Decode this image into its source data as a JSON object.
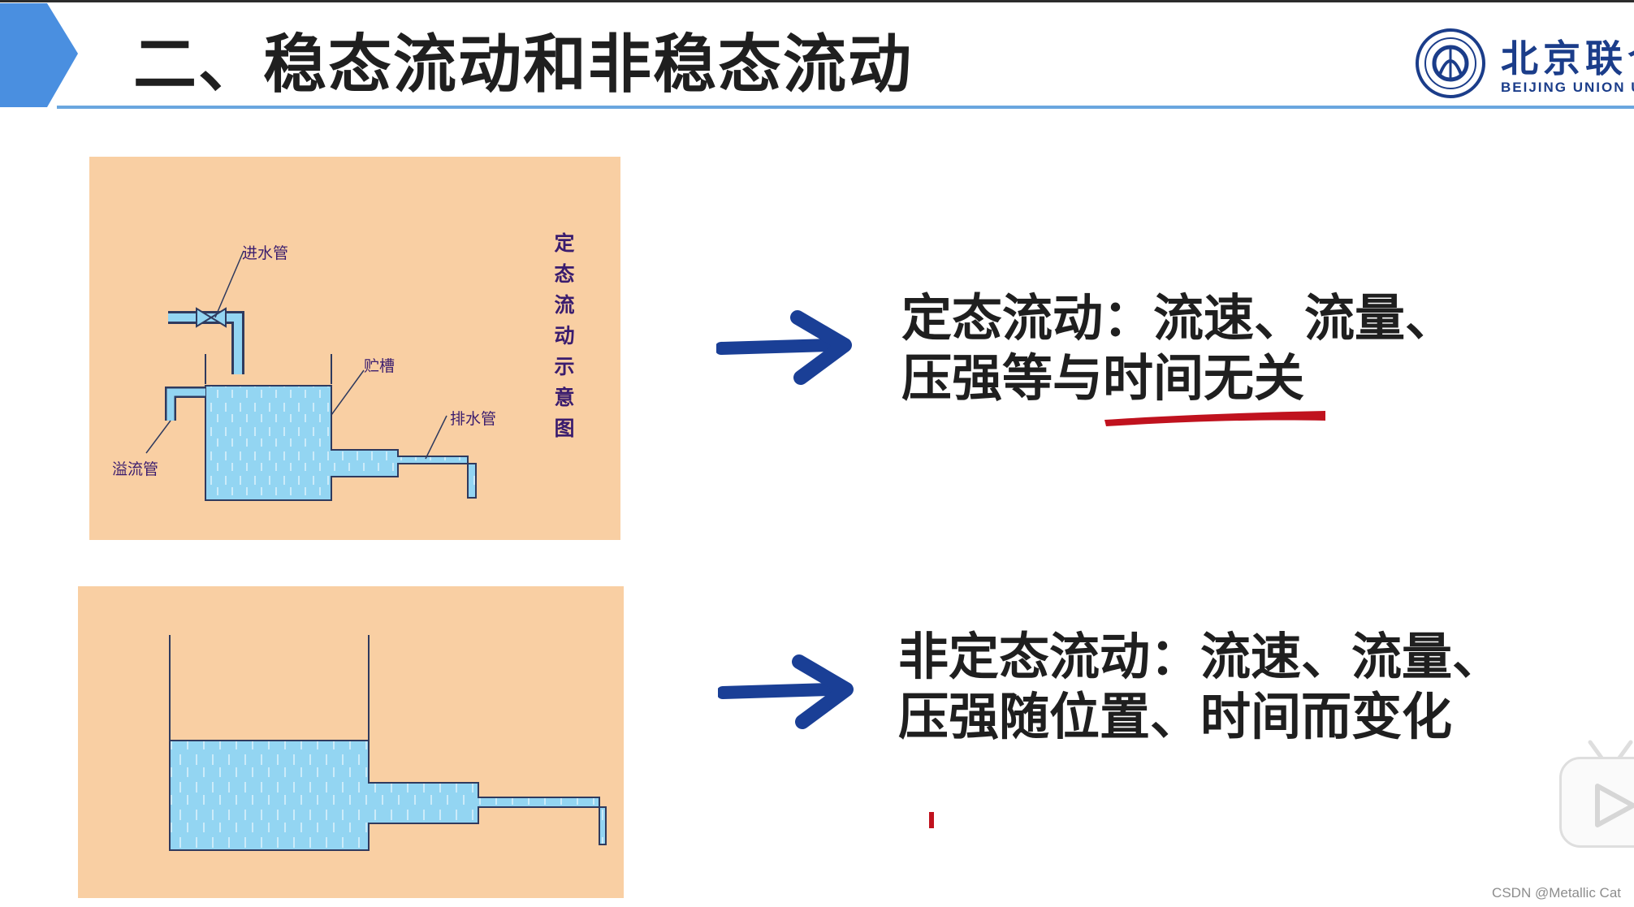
{
  "header": {
    "title": "二、稳态流动和非稳态流动",
    "logo_cn": "北京联合",
    "logo_en": "BEIJING UNION UN"
  },
  "diagram_steady": {
    "labels": {
      "inlet": "进水管",
      "tank": "贮槽",
      "outlet": "排水管",
      "overflow": "溢流管"
    },
    "vertical_caption": [
      "定",
      "态",
      "流",
      "动",
      "示",
      "意",
      "图"
    ]
  },
  "statements": {
    "steady_line1": "定态流动：流速、流量、",
    "steady_line2": "压强等与时间无关",
    "unsteady_line1": "非定态流动：流速、流量、",
    "unsteady_line2": "压强随位置、时间而变化"
  },
  "watermark": "CSDN @Metallic Cat",
  "icons": {
    "title": "chevron-icon",
    "logo": "university-emblem-icon",
    "arrows": "right-arrow-icon",
    "player": "play-icon"
  },
  "colors": {
    "panel": "#f9cfa3",
    "water": "#93d5f2",
    "arrow": "#1a3f96",
    "title_rule": "#6aa6df",
    "underline": "#c0121e",
    "label_text": "#3a1c6e"
  }
}
